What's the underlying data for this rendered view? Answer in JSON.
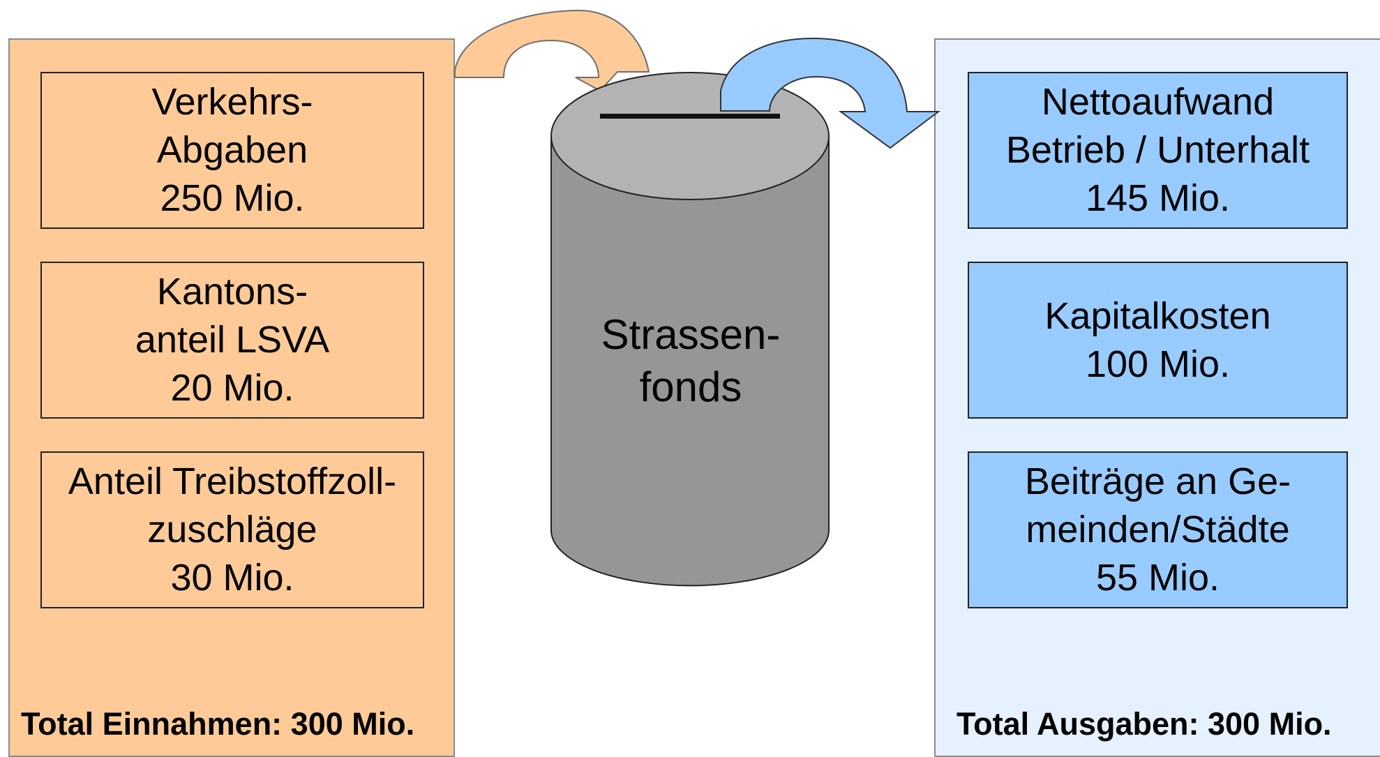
{
  "colors": {
    "income_panel_fill": "#fecb98",
    "income_box_fill": "#fecb98",
    "expense_panel_fill": "#e6f1ff",
    "expense_box_fill": "#98cbff",
    "fund_body": "#969696",
    "fund_top": "#b3b3b3",
    "arrow_in": "#fecb98",
    "arrow_out": "#98cbff"
  },
  "icons": {
    "inflow": "curved-arrow-icon",
    "outflow": "curved-arrow-icon",
    "fund": "cylinder-icon"
  },
  "income": {
    "items": [
      {
        "lines": [
          "Verkehrs-",
          "Abgaben",
          "250 Mio."
        ]
      },
      {
        "lines": [
          "Kantons-",
          "anteil LSVA",
          "20 Mio."
        ]
      },
      {
        "lines": [
          "Anteil Treibstoffzoll-",
          "zuschläge",
          "30 Mio."
        ]
      }
    ],
    "total": "Total Einnahmen: 300 Mio."
  },
  "fund": {
    "lines": [
      "Strassen-",
      "fonds"
    ]
  },
  "expenses": {
    "items": [
      {
        "lines": [
          "Nettoaufwand",
          "Betrieb / Unterhalt",
          "145 Mio."
        ]
      },
      {
        "lines": [
          "Kapitalkosten",
          "100 Mio."
        ]
      },
      {
        "lines": [
          "Beiträge an Ge-",
          "meinden/Städte",
          "55 Mio."
        ]
      }
    ],
    "total": "Total Ausgaben: 300 Mio."
  }
}
